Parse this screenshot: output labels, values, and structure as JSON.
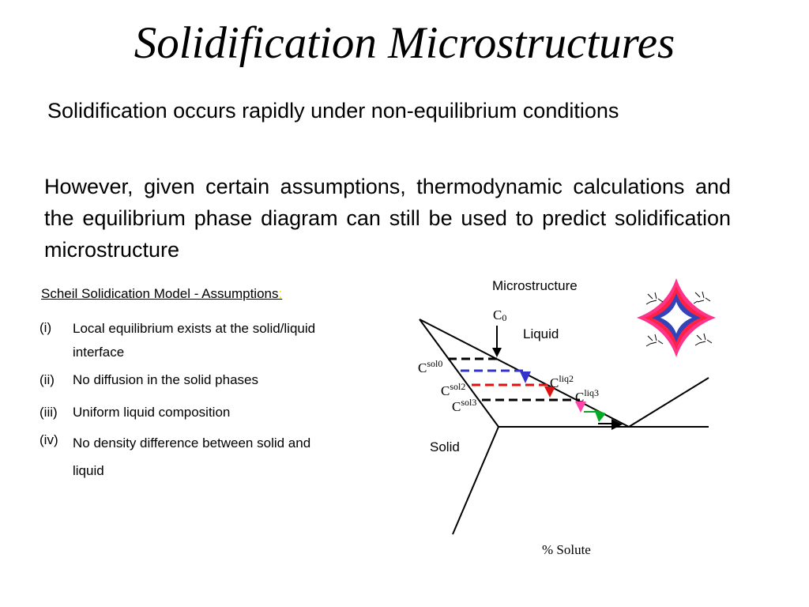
{
  "slide": {
    "title": "Solidification Microstructures",
    "paragraph1": "Solidification occurs rapidly under non-equilibrium conditions",
    "paragraph2": "However, given certain assumptions, thermodynamic calculations and the equilibrium phase diagram can still be used to predict solidification microstructure"
  },
  "scheil": {
    "heading": "Scheil Solidication Model - Assumptions",
    "heading_suffix": ":",
    "assumptions": [
      {
        "num": "(i)",
        "text": "Local equilibrium exists at the solid/liquid interface"
      },
      {
        "num": "(ii)",
        "text": "No diffusion in the solid phases"
      },
      {
        "num": "(iii)",
        "text": "Uniform liquid composition"
      },
      {
        "num": "(iv)",
        "text": "No density difference between solid and liquid"
      }
    ]
  },
  "diagram": {
    "microstructure_label": "Microstructure",
    "liquid_label": "Liquid",
    "solid_label": "Solid",
    "xlabel": "% Solute",
    "c_symbol": "C",
    "c0_sub": "0",
    "csol0_sup": "sol0",
    "csol2_sup": "sol2",
    "csol3_sup": "sol3",
    "cliq2_sup": "liq2",
    "cliq3_sup": "liq3",
    "colors": {
      "blue": "#3333cc",
      "red": "#dd1111",
      "magenta": "#ff44aa",
      "green": "#00aa22",
      "black": "#000000",
      "crystal_outer": "#ff3388",
      "crystal_mid": "#ff2244",
      "crystal_inner": "#3344bb"
    }
  }
}
